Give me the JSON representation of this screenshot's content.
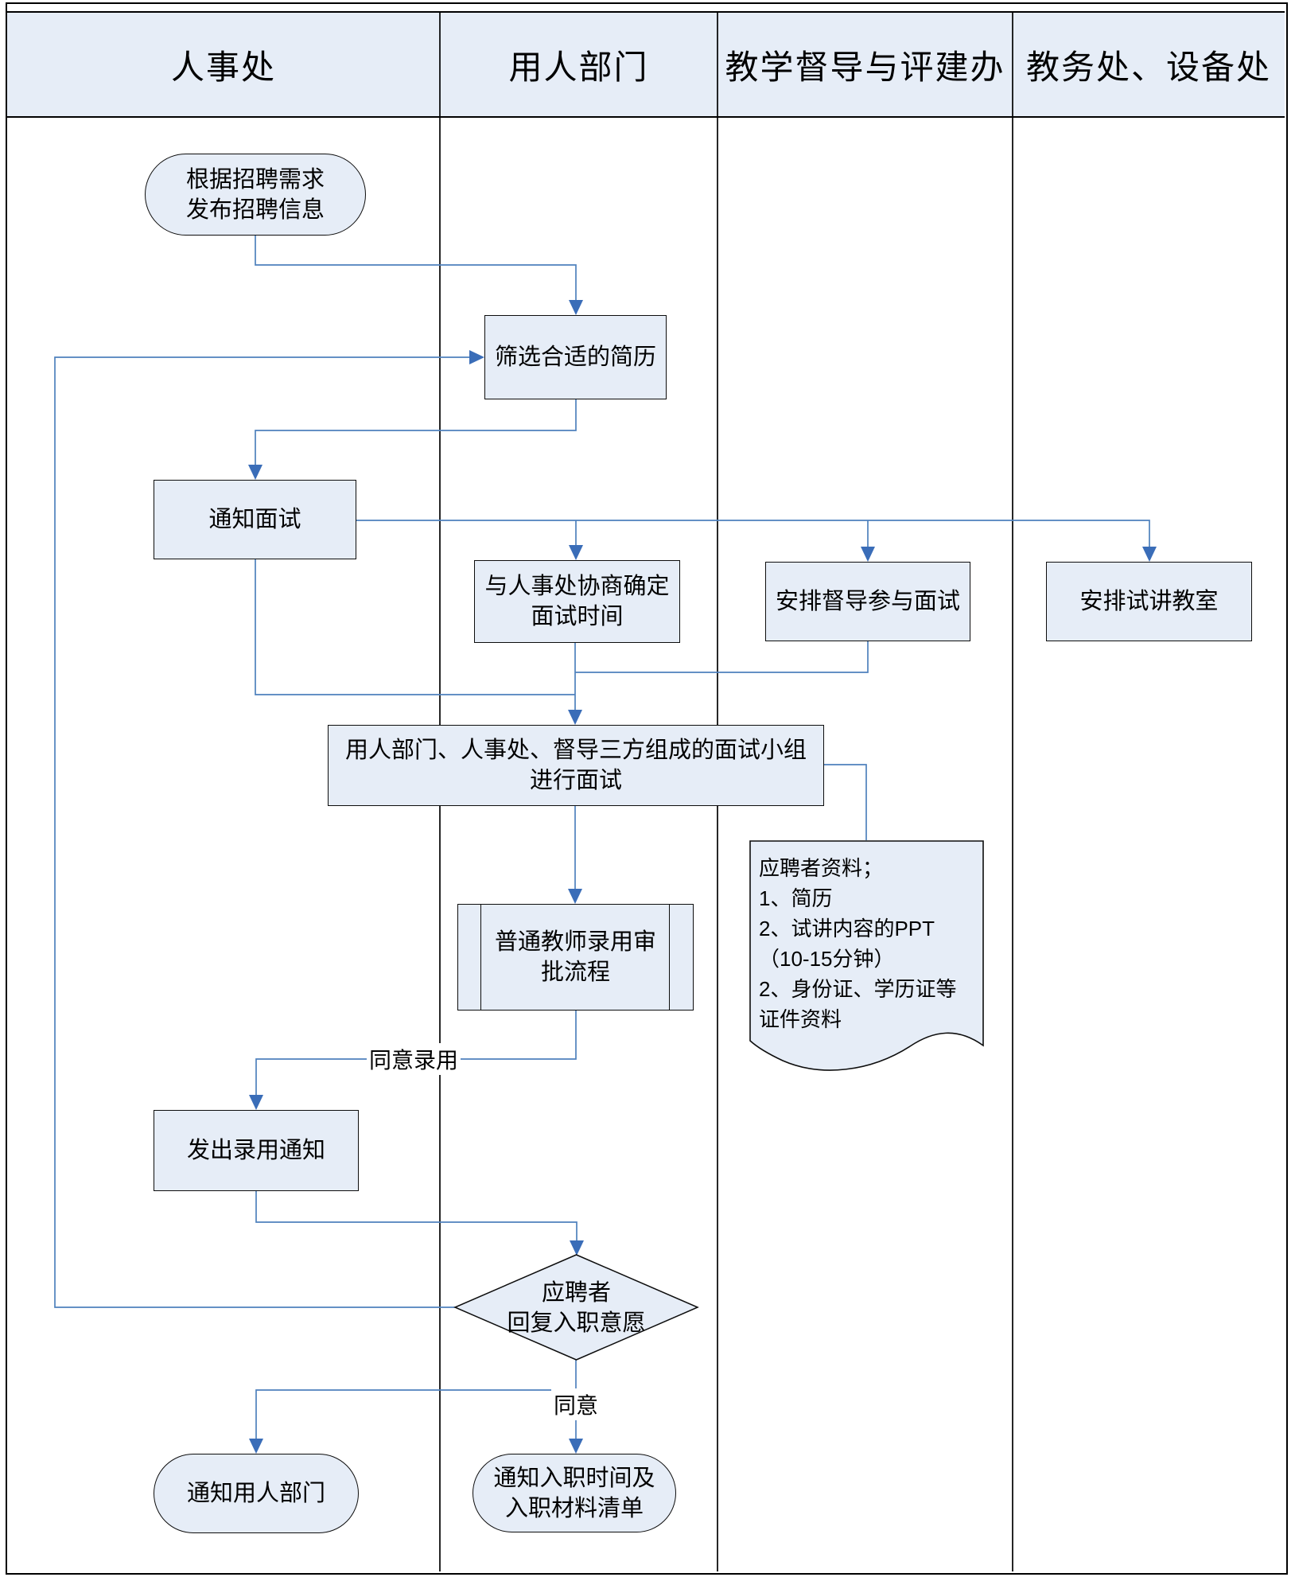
{
  "diagram": {
    "kind": "swimlane-flowchart",
    "lanes": [
      {
        "label": "人事处"
      },
      {
        "label": "用人部门"
      },
      {
        "label": "教学督导与评建办"
      },
      {
        "label": "教务处、设备处"
      }
    ],
    "nodes": {
      "publish": {
        "type": "terminator",
        "lane": "人事处",
        "label": "根据招聘需求\n发布招聘信息"
      },
      "screen": {
        "type": "process",
        "lane": "用人部门",
        "label": "筛选合适的简历"
      },
      "notify_interview": {
        "type": "process",
        "lane": "人事处",
        "label": "通知面试"
      },
      "schedule_time": {
        "type": "process",
        "lane": "用人部门",
        "label": "与人事处协商确定\n面试时间"
      },
      "arrange_supervisor": {
        "type": "process",
        "lane": "教学督导与评建办",
        "label": "安排督导参与面试"
      },
      "arrange_classroom": {
        "type": "process",
        "lane": "教务处、设备处",
        "label": "安排试讲教室"
      },
      "interview_panel": {
        "type": "process",
        "lane": "用人部门",
        "label": "用人部门、人事处、督导三方组成的面试小组\n进行面试"
      },
      "approval_process": {
        "type": "predefined-process",
        "lane": "用人部门",
        "label": "普通教师录用审\n批流程"
      },
      "applicant_docs": {
        "type": "document",
        "lane": "教学督导与评建办",
        "label": "应聘者资料；\n1、简历\n2、试讲内容的PPT\n（10-15分钟）\n2、身份证、学历证等\n证件资料"
      },
      "send_offer": {
        "type": "process",
        "lane": "人事处",
        "label": "发出录用通知"
      },
      "reply_decision": {
        "type": "decision",
        "lane": "用人部门",
        "label": "应聘者\n回复入职意愿"
      },
      "notify_dept": {
        "type": "terminator",
        "lane": "人事处",
        "label": "通知用人部门"
      },
      "notify_onboard": {
        "type": "terminator",
        "lane": "用人部门",
        "label": "通知入职时间及\n入职材料清单"
      }
    },
    "edge_labels": {
      "approve_hire": "同意录用",
      "agree": "同意"
    },
    "colors": {
      "shape_fill": "#e6edf7",
      "header_fill": "#e6edf7",
      "shape_border": "#0d0d0d",
      "connector": "#4f81bd",
      "arrowhead": "#3a6db8",
      "frame": "#000000"
    }
  }
}
